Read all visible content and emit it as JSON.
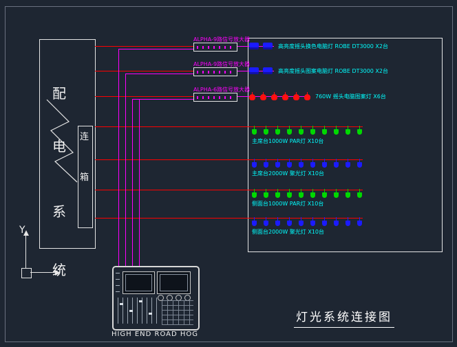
{
  "colors": {
    "background": "#1e2632",
    "line": "#e6e6e6",
    "power_wire": "#ff0000",
    "signal_wire": "#ff00ff",
    "label_cyan": "#00ffff",
    "label_magenta": "#ff00ff",
    "fixture_blue": "#1b1bff",
    "fixture_green": "#00d800",
    "fixture_red": "#ff1010"
  },
  "cabinet": {
    "chars": [
      "配",
      "电",
      "系",
      "统"
    ],
    "junction_chars": [
      "连",
      "箱"
    ]
  },
  "axis": {
    "y_label": "Y"
  },
  "console": {
    "label": "HIGH END  ROAD HOG"
  },
  "title": "灯光系统连接图",
  "amplifiers": [
    {
      "label": "ALPHA-9路信号放大器"
    },
    {
      "label": "ALPHA-9路信号放大器"
    },
    {
      "label": "ALPHA-6路信号放大器"
    }
  ],
  "fixture_rows": [
    {
      "count": 2,
      "type": "moving-head",
      "color_key": "fixture_blue",
      "desc": "高亮度摇头换色电脑灯 ROBE DT3000 X2台"
    },
    {
      "count": 2,
      "type": "moving-head",
      "color_key": "fixture_blue",
      "desc": "高亮度摇头图案电脑灯 ROBE DT3000 X2台"
    },
    {
      "count": 6,
      "type": "head",
      "color_key": "fixture_red",
      "desc": "760W 摇头电脑图案灯  X6台"
    },
    {
      "count": 10,
      "type": "par",
      "color_key": "fixture_green",
      "desc": "主席台1000W PAR灯  X10台"
    },
    {
      "count": 10,
      "type": "par",
      "color_key": "fixture_blue",
      "desc": "主席台2000W 聚光灯 X10台"
    },
    {
      "count": 10,
      "type": "par",
      "color_key": "fixture_green",
      "desc": "侧面台1000W PAR灯  X10台"
    },
    {
      "count": 10,
      "type": "par",
      "color_key": "fixture_blue",
      "desc": "侧面台2000W 聚光灯 X10台"
    }
  ]
}
